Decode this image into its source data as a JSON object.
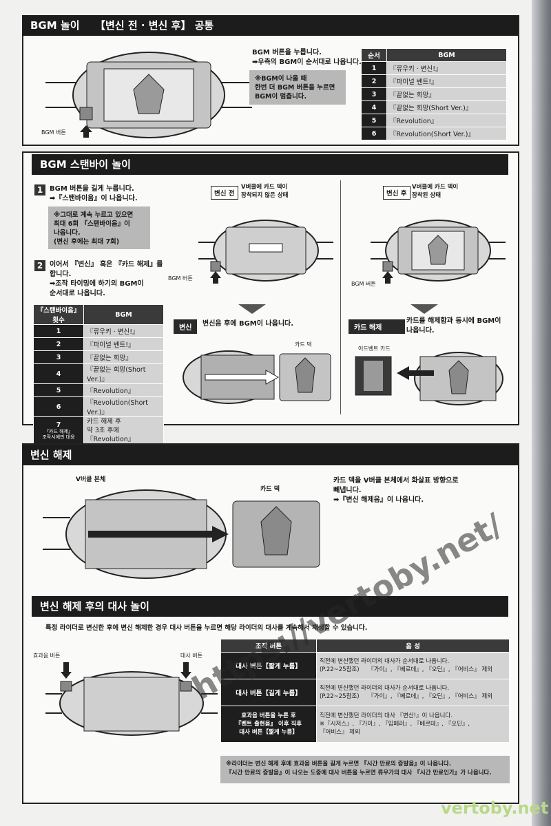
{
  "sec1": {
    "title": "BGM 놀이　　【변신 전 · 변신 후】 공통",
    "desc1": "BGM 버튼을 누릅니다.",
    "desc2": "➡우측의 BGM이 순서대로 나옵니다.",
    "note": "※BGM이 나올 때\n  한번 더 BGM 버튼을 누르면\n  BGM이 멈춥니다.",
    "button_label": "BGM 버튼",
    "table_headers": [
      "순서",
      "BGM"
    ],
    "rows": [
      {
        "n": "1",
        "v": "『류우키 · 변신!』"
      },
      {
        "n": "2",
        "v": "『파이널 벤트!』"
      },
      {
        "n": "3",
        "v": "『끝없는 희망』"
      },
      {
        "n": "4",
        "v": "『끝없는 희망(Short Ver.)』"
      },
      {
        "n": "5",
        "v": "『Revolution』"
      },
      {
        "n": "6",
        "v": "『Revolution(Short Ver.)』"
      }
    ]
  },
  "sec2": {
    "title": "BGM 스탠바이 놀이",
    "step1_num": "1",
    "step1_text": "BGM 버튼을 길게 누릅니다.\n➡『스탠바이음』이 나옵니다.",
    "step1_note": "※그대로 계속 누르고 있으면\n  최대 6회 『스탠바이음』이\n  나옵니다.\n  (변신 후에는 최대 7회)",
    "step2_num": "2",
    "step2_text": "이어서 『변신』 혹은 『카드 해제』를\n합니다.\n➡조작 타이밍에 하기의 BGM이\n  순서대로 나옵니다.",
    "table_headers": [
      "『스탠바이음』 횟수",
      "BGM"
    ],
    "rows": [
      {
        "n": "1",
        "v": "『류우키 · 변신!』"
      },
      {
        "n": "2",
        "v": "『파이널 벤트!』"
      },
      {
        "n": "3",
        "v": "『끝없는 희망』"
      },
      {
        "n": "4",
        "v": "『끝없는 희망(Short Ver.)』"
      },
      {
        "n": "5",
        "v": "『Revolution』"
      },
      {
        "n": "6",
        "v": "『Revolution(Short Ver.)』"
      }
    ],
    "row7_n": "7",
    "row7_sub": "『카드 해제』\n조작시에만 대응",
    "row7_v": "카드 해제 후\n약 3초 후에 『Revolution』",
    "before_tag": "변신 전",
    "before_desc": "V버클에 카드 덱이\n장착되지 않은 상태",
    "after_tag": "변신 후",
    "after_desc": "V버클에 카드 덱이\n장착된 상태",
    "bgm_btn": "BGM 버튼",
    "transform_tag": "변신",
    "transform_desc": "변신음 후에 BGM이 나옵니다.",
    "release_tag": "카드 해제",
    "release_desc": "카드를 해제함과 동시에 BGM이\n나옵니다.",
    "card_deck": "카드 덱",
    "advent_card": "어드벤트 카드"
  },
  "sec3": {
    "title": "변신 해제",
    "vbuckle": "V버클 본체",
    "card_deck": "카드 덱",
    "desc": "카드 덱을 V버클 본체에서 화살표 방향으로\n빼냅니다.\n➡『변신 해제음』이 나옵니다."
  },
  "sec4": {
    "title": "변신 해제 후의 대사 놀이",
    "intro": "특정 라이더로 변신한 후에 변신 해제한 경우 대사 버튼을 누르면 해당 라이더의 대사를 계속해서 재생할 수 있습니다.",
    "sfx_btn": "효과음 버튼",
    "line_btn": "대사 버튼",
    "table_headers": [
      "조작 버튼",
      "음 성"
    ],
    "rows": [
      {
        "op": "대사 버튼【짧게 누름】",
        "v": "직전에 변신했던 라이더의 대사가 순서대로 나옵니다.\n(P.22~25참조)　　『가이』, 『베르데』, 『오딘』, 『어비스』 제외"
      },
      {
        "op": "대사 버튼【길게 누름】",
        "v": "직전에 변신했던 라이더의 대사가 순서대로 나옵니다.\n(P.22~25참조)　　『가이』, 『베르데』, 『오딘』, 『어비스』 제외"
      },
      {
        "op": "효과음 버튼을 누른 후\n『벤트 출현음』 이후 직후\n대사 버튼【짧게 누름】",
        "v": "직전에 변신했던 라이더의 대사 『변신!』이 나옵니다.\n※『시저스』, 『가이』, 『임페러』, 『베르데』, 『오딘』,\n  『어비스』 제외"
      }
    ],
    "footnote": "※라이더는 변신 해제 후에 효과음 버튼을 길게 누르면 『시간 만료의 증발음』이 나옵니다.\n『시간 만료의 증발음』이 나오는 도중에 대사 버튼을 누르면 류우가의 대사 『시간 만료인가』가 나옵니다."
  },
  "watermark": {
    "diag": "https://vertoby.net/",
    "bottom": "vertoby.net"
  }
}
